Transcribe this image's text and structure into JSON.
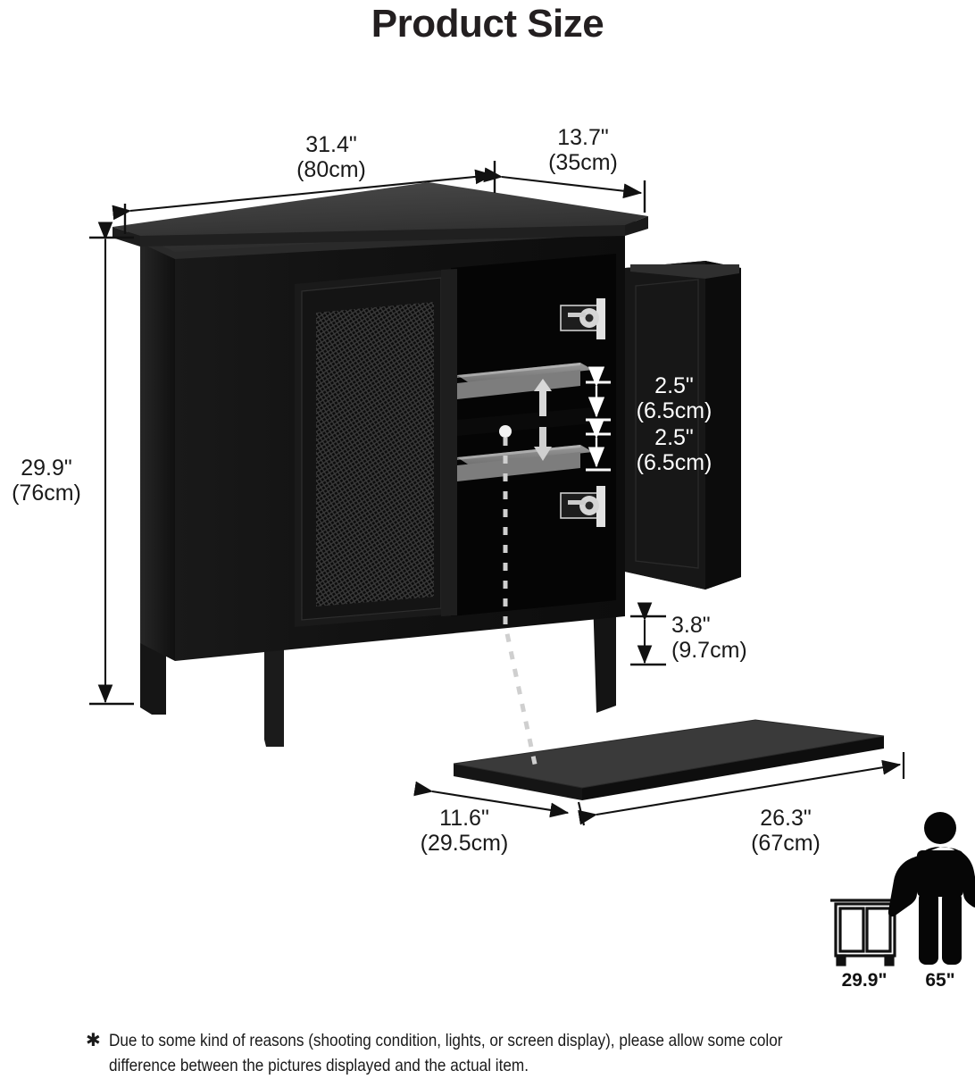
{
  "page": {
    "title": "Product Size",
    "background_color": "#ffffff",
    "product_color": "#111111",
    "accent_color": "#1a1a1a"
  },
  "dimensions": {
    "width": {
      "inches": "31.4\"",
      "cm": "(80cm)"
    },
    "depth": {
      "inches": "13.7\"",
      "cm": "(35cm)"
    },
    "height": {
      "inches": "29.9\"",
      "cm": "(76cm)"
    },
    "shelf_gap_upper": {
      "inches": "2.5\"",
      "cm": "(6.5cm)"
    },
    "shelf_gap_lower": {
      "inches": "2.5\"",
      "cm": "(6.5cm)"
    },
    "leg_clearance": {
      "inches": "3.8\"",
      "cm": "(9.7cm)"
    },
    "shelf_depth": {
      "inches": "11.6\"",
      "cm": "(29.5cm)"
    },
    "shelf_width": {
      "inches": "26.3\"",
      "cm": "(67cm)"
    }
  },
  "scale_comparison": {
    "cabinet_label": "29.9\"",
    "person_label": "65\"",
    "cabinet_icon": "cabinet-outline-icon",
    "person_icon": "person-silhouette-icon"
  },
  "footnote": {
    "marker": "✱",
    "text": "Due to some kind of reasons (shooting condition, lights, or screen display), please allow some color difference between the pictures displayed and the actual item."
  },
  "product": {
    "name": "two-door storage cabinet",
    "door_left_style": "rattan-mesh-panel",
    "door_right_state": "open",
    "shelf_state": "adjustable-removable",
    "hardware": "concealed-hinge"
  }
}
